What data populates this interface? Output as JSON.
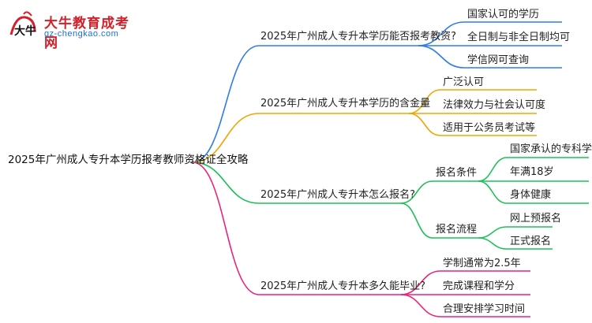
{
  "logo": {
    "mark_text": "大牛",
    "title": "大牛教育成考网",
    "url": "gz-chengkao.com"
  },
  "colors": {
    "blue": "#2f7de1",
    "orange": "#f0a500",
    "green": "#1fbf5a",
    "pink": "#e8247c"
  },
  "mindmap": {
    "root": "2025年广州成人专升本学历报考教师资格证全攻略",
    "branches": [
      {
        "label": "2025年广州成人专升本学历能否报考教资?",
        "color": "blue",
        "children": [
          "国家认可的学历",
          "全日制与非全日制均可",
          "学信网可查询"
        ]
      },
      {
        "label": "2025年广州成人专升本学历的含金量",
        "color": "orange",
        "children": [
          "广泛认可",
          "法律效力与社会认可度",
          "适用于公务员考试等"
        ]
      },
      {
        "label": "2025年广州成人专升本怎么报名?",
        "color": "green",
        "groups": [
          {
            "label": "报名条件",
            "children": [
              "国家承认的专科学历",
              "年满18岁",
              "身体健康"
            ]
          },
          {
            "label": "报名流程",
            "children": [
              "网上预报名",
              "正式报名"
            ]
          }
        ]
      },
      {
        "label": "2025年广州成人专升本多久能毕业?",
        "color": "pink",
        "children": [
          "学制通常为2.5年",
          "完成课程和学分",
          "合理安排学习时间"
        ]
      }
    ]
  }
}
